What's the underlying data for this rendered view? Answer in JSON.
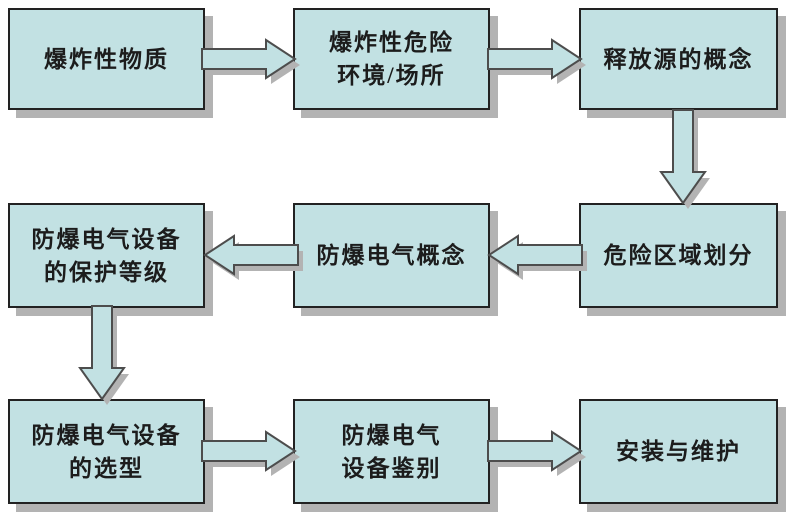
{
  "theme": {
    "background": "#ffffff",
    "box_fill": "#c2e1e3",
    "box_border": "#222222",
    "arrow_border": "#4d4d4d",
    "shadow": "#b3b3b3",
    "text_color": "#1c1c1c"
  },
  "nodes": [
    {
      "id": "explosive-substances",
      "lines": [
        "爆炸性物质",
        ""
      ]
    },
    {
      "id": "explosive-hazardous-environment",
      "lines": [
        "爆炸性危险",
        "环境/场所"
      ]
    },
    {
      "id": "release-source-concept",
      "lines": [
        "释放源的概念",
        ""
      ]
    },
    {
      "id": "hazardous-area-classification",
      "lines": [
        "危险区域划分",
        ""
      ]
    },
    {
      "id": "explosion-proof-electrical-concept",
      "lines": [
        "防爆电气概念",
        ""
      ]
    },
    {
      "id": "equipment-protection-level",
      "lines": [
        "防爆电气设备",
        "的保护等级"
      ]
    },
    {
      "id": "equipment-selection",
      "lines": [
        "防爆电气设备",
        "的选型"
      ]
    },
    {
      "id": "equipment-identification",
      "lines": [
        "防爆电气",
        "设备鉴别"
      ]
    },
    {
      "id": "installation-and-maintenance",
      "lines": [
        "安装与维护",
        ""
      ]
    }
  ],
  "edges": [
    {
      "from": "explosive-substances",
      "to": "explosive-hazardous-environment",
      "direction": "right"
    },
    {
      "from": "explosive-hazardous-environment",
      "to": "release-source-concept",
      "direction": "right"
    },
    {
      "from": "release-source-concept",
      "to": "hazardous-area-classification",
      "direction": "down"
    },
    {
      "from": "hazardous-area-classification",
      "to": "explosion-proof-electrical-concept",
      "direction": "left"
    },
    {
      "from": "explosion-proof-electrical-concept",
      "to": "equipment-protection-level",
      "direction": "left"
    },
    {
      "from": "equipment-protection-level",
      "to": "equipment-selection",
      "direction": "down"
    },
    {
      "from": "equipment-selection",
      "to": "equipment-identification",
      "direction": "right"
    },
    {
      "from": "equipment-identification",
      "to": "installation-and-maintenance",
      "direction": "right"
    }
  ]
}
